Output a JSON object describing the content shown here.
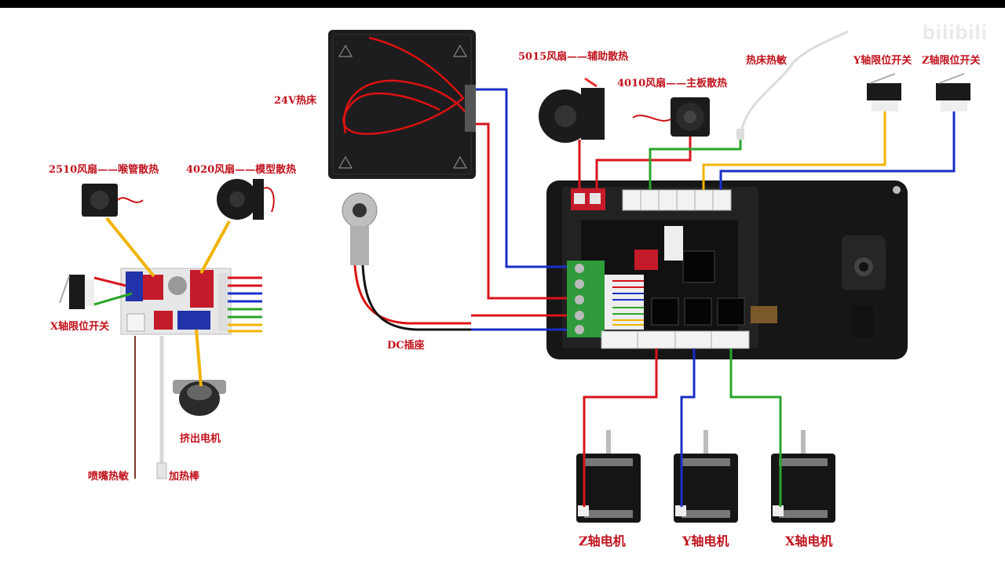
{
  "watermark": "bilibili",
  "labels": {
    "heatbed": "24V热床",
    "fan5015": "5015风扇——辅助散热",
    "fan4010": "4010风扇——主板散热",
    "bed_thermistor": "热床热敏",
    "y_limit": "Y轴限位开关",
    "z_limit": "Z轴限位开关",
    "fan2510": "2510风扇——喉管散热",
    "fan4020": "4020风扇——模型散热",
    "x_limit": "X轴限位开关",
    "dc_jack": "DC插座",
    "extruder_motor": "挤出电机",
    "nozzle_thermistor": "喷嘴热敏",
    "heater_rod": "加热棒",
    "z_motor": "Z轴电机",
    "y_motor": "Y轴电机",
    "x_motor": "X轴电机"
  },
  "colors": {
    "label": "#c0121c",
    "red_wire": "#d7141e",
    "blue_wire": "#1a2fc8",
    "green_wire": "#2aa52a",
    "yellow_wire": "#f0b400"
  }
}
